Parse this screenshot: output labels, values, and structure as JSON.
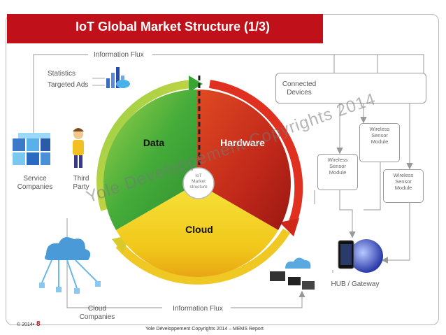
{
  "title": "IoT Global Market Structure (1/3)",
  "labels": {
    "information_flux_top": "Information Flux",
    "information_flux_bottom": "Information Flux",
    "statistics": "Statistics",
    "targeted_ads": "Targeted Ads",
    "connected_devices_l1": "Connected",
    "connected_devices_l2": "Devices",
    "service_companies_l1": "Service",
    "service_companies_l2": "Companies",
    "third_party_l1": "Third",
    "third_party_l2": "Party",
    "cloud_companies_l1": "Cloud",
    "cloud_companies_l2": "Companies",
    "hub_gateway": "HUB / Gateway"
  },
  "cycle": {
    "data": "Data",
    "hardware": "Hardware",
    "cloud": "Cloud",
    "center_l1": "IoT",
    "center_l2": "Market",
    "center_l3": "structure"
  },
  "modules": {
    "wireless": "Wireless",
    "sensor": "Sensor",
    "module": "Module"
  },
  "watermark": "Yole Developpement Copyrights 2014",
  "footer": "Yole Développement Copyrights 2014 – MEMS Report",
  "copyright": "© 2014•",
  "page_number": "8",
  "colors": {
    "title_red": "#c0101a",
    "data_green": "#3aa535",
    "hardware_red": "#c8201e",
    "cloud_yellow": "#f2d010"
  }
}
